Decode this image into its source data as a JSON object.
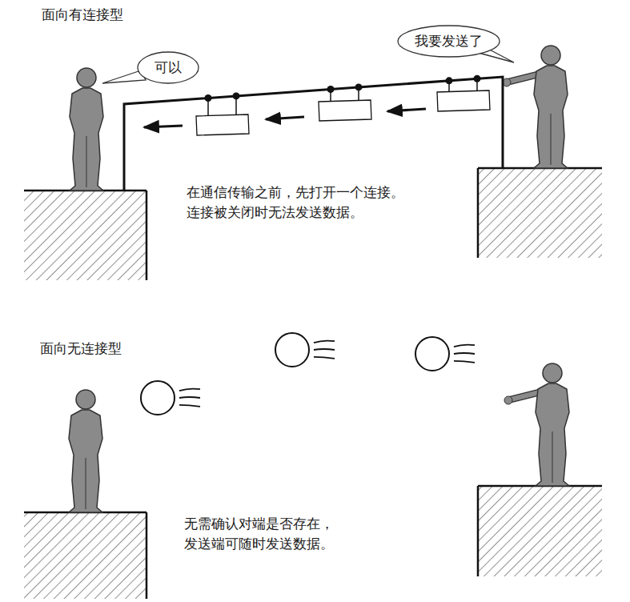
{
  "diagram": {
    "nodes": [
      {
        "text": [
          "可以"
        ]
      },
      {
        "text": [
          "我要发送了"
        ]
      }
    ],
    "labels": [
      "面向有连接型",
      "在通信传输之前，先打开一个连接。 连接被关闭时无法发送数据。",
      "面向无连接型",
      "无需确认对端是否存在， 发送端可随时发送数据。"
    ]
  }
}
